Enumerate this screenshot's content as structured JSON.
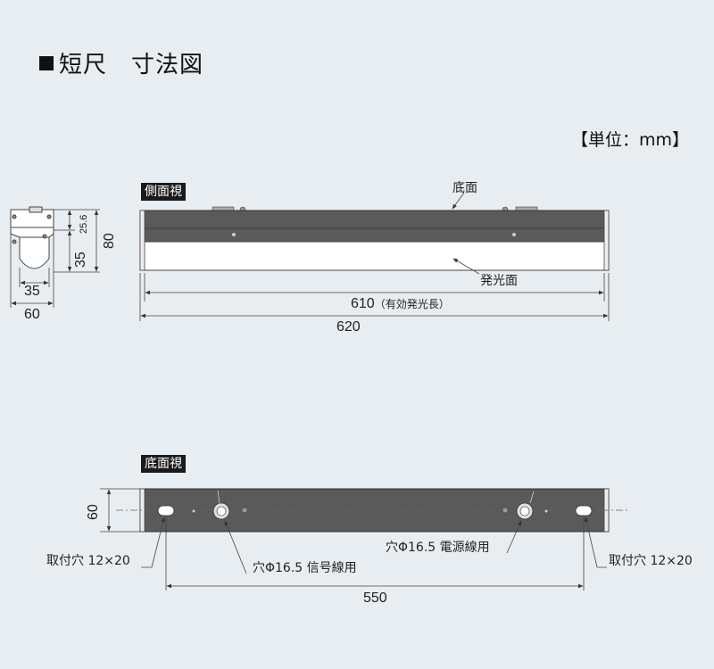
{
  "header": {
    "title": "短尺　寸法図",
    "unit": "【単位：mm】"
  },
  "side_view": {
    "tag": "側面視",
    "bottom_label": "底面",
    "emit_label": "発光面",
    "dim_610": "610",
    "dim_610_note": "（有効発光長）",
    "dim_620": "620"
  },
  "section": {
    "dim_25_6": "25.6",
    "dim_80": "80",
    "dim_35_v": "35",
    "dim_35_h": "35",
    "dim_60": "60"
  },
  "bottom_view": {
    "tag": "底面視",
    "dim_60": "60",
    "mount_left": "取付穴 12×20",
    "mount_right": "取付穴 12×20",
    "signal_hole": "穴Φ16.5 信号線用",
    "power_hole": "穴Φ16.5 電源線用",
    "dim_550": "550"
  },
  "colors": {
    "background": "#e8edf1",
    "body_dark": "#5a5a5a",
    "line": "#333333"
  }
}
